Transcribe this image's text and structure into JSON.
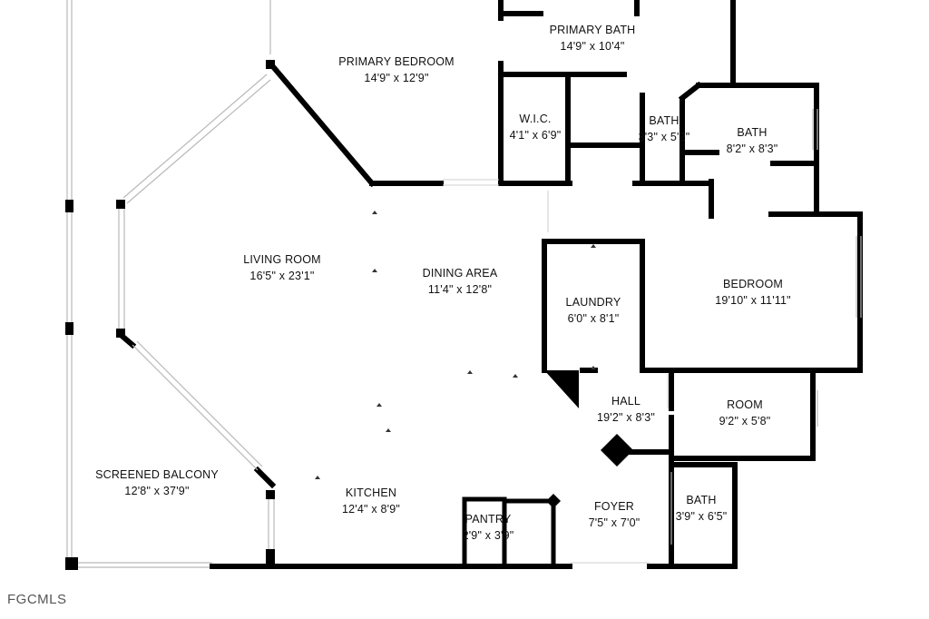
{
  "rooms": {
    "primary_bedroom": {
      "name": "PRIMARY BEDROOM",
      "dims": "14'9\" x 12'9\""
    },
    "primary_bath": {
      "name": "PRIMARY BATH",
      "dims": "14'9\" x 10'4\""
    },
    "wic": {
      "name": "W.I.C.",
      "dims": "4'1\" x 6'9\""
    },
    "bath_small": {
      "name": "BATH",
      "dims": "3'3\" x 5'2\""
    },
    "bath_2": {
      "name": "BATH",
      "dims": "8'2\" x 8'3\""
    },
    "living_room": {
      "name": "LIVING ROOM",
      "dims": "16'5\" x 23'1\""
    },
    "dining_area": {
      "name": "DINING AREA",
      "dims": "11'4\" x 12'8\""
    },
    "laundry": {
      "name": "LAUNDRY",
      "dims": "6'0\" x 8'1\""
    },
    "bedroom": {
      "name": "BEDROOM",
      "dims": "19'10\" x 11'11\""
    },
    "hall": {
      "name": "HALL",
      "dims": "19'2\" x 8'3\""
    },
    "room": {
      "name": "ROOM",
      "dims": "9'2\" x 5'8\""
    },
    "screened_balcony": {
      "name": "SCREENED BALCONY",
      "dims": "12'8\" x 37'9\""
    },
    "kitchen": {
      "name": "KITCHEN",
      "dims": "12'4\" x 8'9\""
    },
    "pantry": {
      "name": "PANTRY",
      "dims": "2'9\" x 3'9\""
    },
    "foyer": {
      "name": "FOYER",
      "dims": "7'5\" x 7'0\""
    },
    "bath_3": {
      "name": "BATH",
      "dims": "3'9\" x 6'5\""
    }
  },
  "watermark": "FGCMLS",
  "colors": {
    "wall": "#000000",
    "window": "#b9b9b9",
    "background": "#ffffff"
  }
}
